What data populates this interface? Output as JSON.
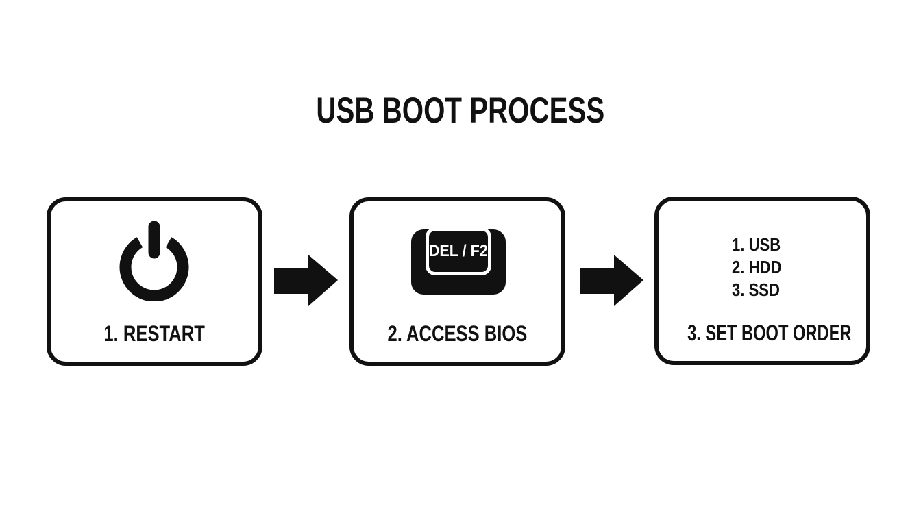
{
  "title": "USB BOOT PROCESS",
  "colors": {
    "ink": "#111111",
    "background": "#ffffff",
    "key_text": "#ffffff"
  },
  "steps": [
    {
      "label": "1. RESTART",
      "icon": "power-icon"
    },
    {
      "label": "2. ACCESS BIOS",
      "icon": "keyboard-key-icon",
      "key_text": "DEL / F2"
    },
    {
      "label": "3. SET BOOT ORDER",
      "icon": "boot-order-list",
      "list": [
        "1. USB",
        "2. HDD",
        "3. SSD"
      ]
    }
  ],
  "arrows": [
    "arrow-right-icon",
    "arrow-right-icon"
  ]
}
